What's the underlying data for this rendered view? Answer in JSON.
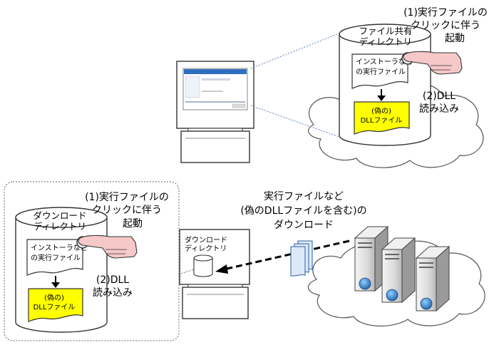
{
  "top": {
    "cylinder_label": [
      "ファイル共有",
      "ディレクトリ"
    ],
    "doc_label": [
      "インストーラなど",
      "の実行ファイル"
    ],
    "dll_label": [
      "(偽の)",
      "DLLファイル"
    ],
    "step1": [
      "(1)実行ファイルの",
      "クリックに伴う",
      "起動"
    ],
    "step2": [
      "(2)DLL",
      "読み込み"
    ]
  },
  "bottom": {
    "cylinder_label": [
      "ダウンロード",
      "ディレクトリ"
    ],
    "doc_label": [
      "インストーラなど",
      "の実行ファイル"
    ],
    "dll_label": [
      "(偽の)",
      "DLLファイル"
    ],
    "step1": [
      "(1)実行ファイルの",
      "クリックに伴う",
      "起動"
    ],
    "step2": [
      "(2)DLL",
      "読み込み"
    ],
    "pc_label": [
      "ダウンロード",
      "ディレクトリ"
    ],
    "download_caption": [
      "実行ファイルなど",
      "(偽のDLLファイルを含む)の",
      "ダウンロード"
    ]
  },
  "colors": {
    "dll_fill": "#ffff00",
    "hand_fill": "#f6c8c8",
    "link_line": "#5b7fbf",
    "folder_fill": "#dce9f7"
  }
}
